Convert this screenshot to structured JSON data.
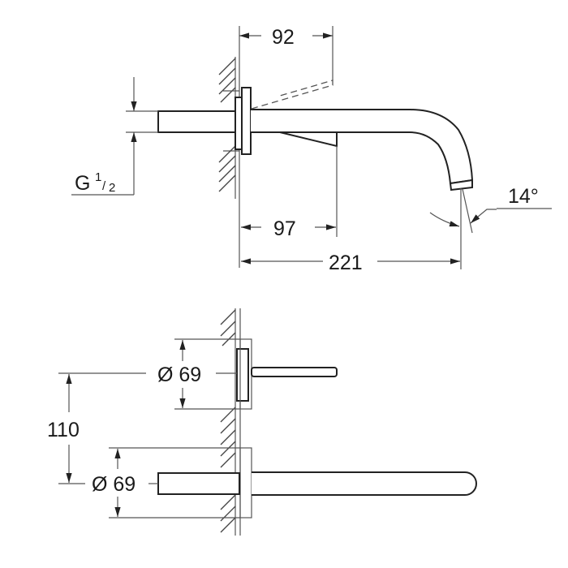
{
  "drawing": {
    "type": "technical dimension drawing",
    "subject": "wall-mounted basin spout with separate mixer lever",
    "views": [
      {
        "name": "side-view",
        "dimensions": {
          "thread": {
            "prefix": "G",
            "num": "1",
            "den": "2"
          },
          "projection_lever": "92",
          "depth_body": "97",
          "spout_projection": "221",
          "angle": "14°"
        }
      },
      {
        "name": "top-view",
        "dimensions": {
          "escutcheon_diameter_top": "Ø 69",
          "escutcheon_diameter_bottom": "Ø 69",
          "center_distance": "110"
        }
      }
    ]
  },
  "labels": {
    "d92": "92",
    "d97": "97",
    "d221": "221",
    "angle": "14°",
    "g": "G",
    "g_num": "1",
    "g_den": "2",
    "dia_top": "Ø 69",
    "dia_bottom": "Ø 69",
    "d110": "110"
  },
  "colors": {
    "line": "#222222",
    "dim_line": "#555555",
    "background": "#ffffff"
  }
}
